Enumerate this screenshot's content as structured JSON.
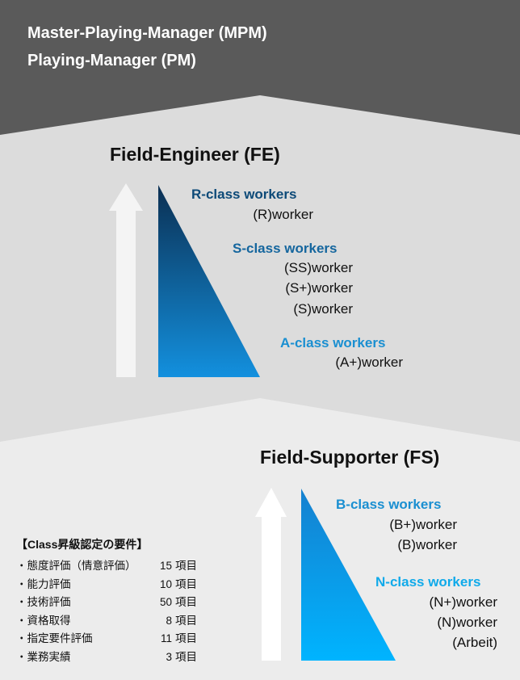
{
  "management": {
    "mpm": "Master-Playing-Manager (MPM)",
    "pm": "Playing-Manager (PM)"
  },
  "field_engineer": {
    "title": "Field-Engineer (FE)",
    "classes": [
      {
        "heading": "R-class workers",
        "workers": [
          "(R)worker"
        ]
      },
      {
        "heading": "S-class workers",
        "workers": [
          "(SS)worker",
          "(S+)worker",
          "(S)worker"
        ]
      },
      {
        "heading": "A-class workers",
        "workers": [
          "(A+)worker"
        ]
      }
    ]
  },
  "field_supporter": {
    "title": "Field-Supporter (FS)",
    "classes": [
      {
        "heading": "B-class workers",
        "workers": [
          "(B+)worker",
          "(B)worker"
        ]
      },
      {
        "heading": "N-class workers",
        "workers": [
          "(N+)worker",
          "(N)worker",
          "(Arbeit)"
        ]
      }
    ]
  },
  "requirements": {
    "title": "【Class昇級認定の要件】",
    "unit": "項目",
    "items": [
      {
        "name": "・態度評価（情意評価）",
        "count": "15"
      },
      {
        "name": "・能力評価",
        "count": "10"
      },
      {
        "name": "・技術評価",
        "count": "50"
      },
      {
        "name": "・資格取得",
        "count": "8"
      },
      {
        "name": "・指定要件評価",
        "count": "11"
      },
      {
        "name": "・業務実績",
        "count": "3"
      }
    ]
  },
  "colors": {
    "top_band": "#5a5a5a",
    "fe_band": "#dcdcdc",
    "fs_band": "#ececec",
    "fe_triangle_top": "#0b2f52",
    "fe_triangle_bottom": "#1390de",
    "fs_triangle_top": "#1580cf",
    "fs_triangle_bottom": "#00b4ff"
  }
}
